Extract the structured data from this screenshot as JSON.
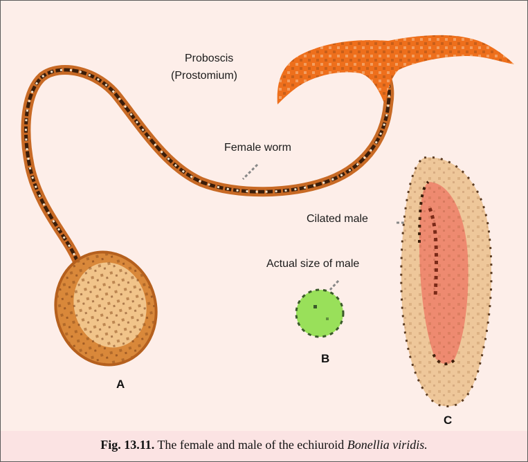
{
  "labels": {
    "proboscis": "Proboscis",
    "prostomium": "(Prostomium)",
    "female_worm": "Female worm",
    "ciliated_male": "Cilated male",
    "actual_size": "Actual size of male",
    "letter_a": "A",
    "letter_b": "B",
    "letter_c": "C"
  },
  "caption": {
    "fig_number": "Fig. 13.11.",
    "text": "The female and male of the echiuroid",
    "species": "Bonellia viridis."
  },
  "colors": {
    "background": "#fdeee9",
    "caption_band": "#fbe3e3",
    "proboscis": "#ee6f1c",
    "body_female": "#d9883a",
    "male_small": "#99e05a",
    "male_outer": "#eec79a",
    "male_inner": "#ee8a70"
  }
}
